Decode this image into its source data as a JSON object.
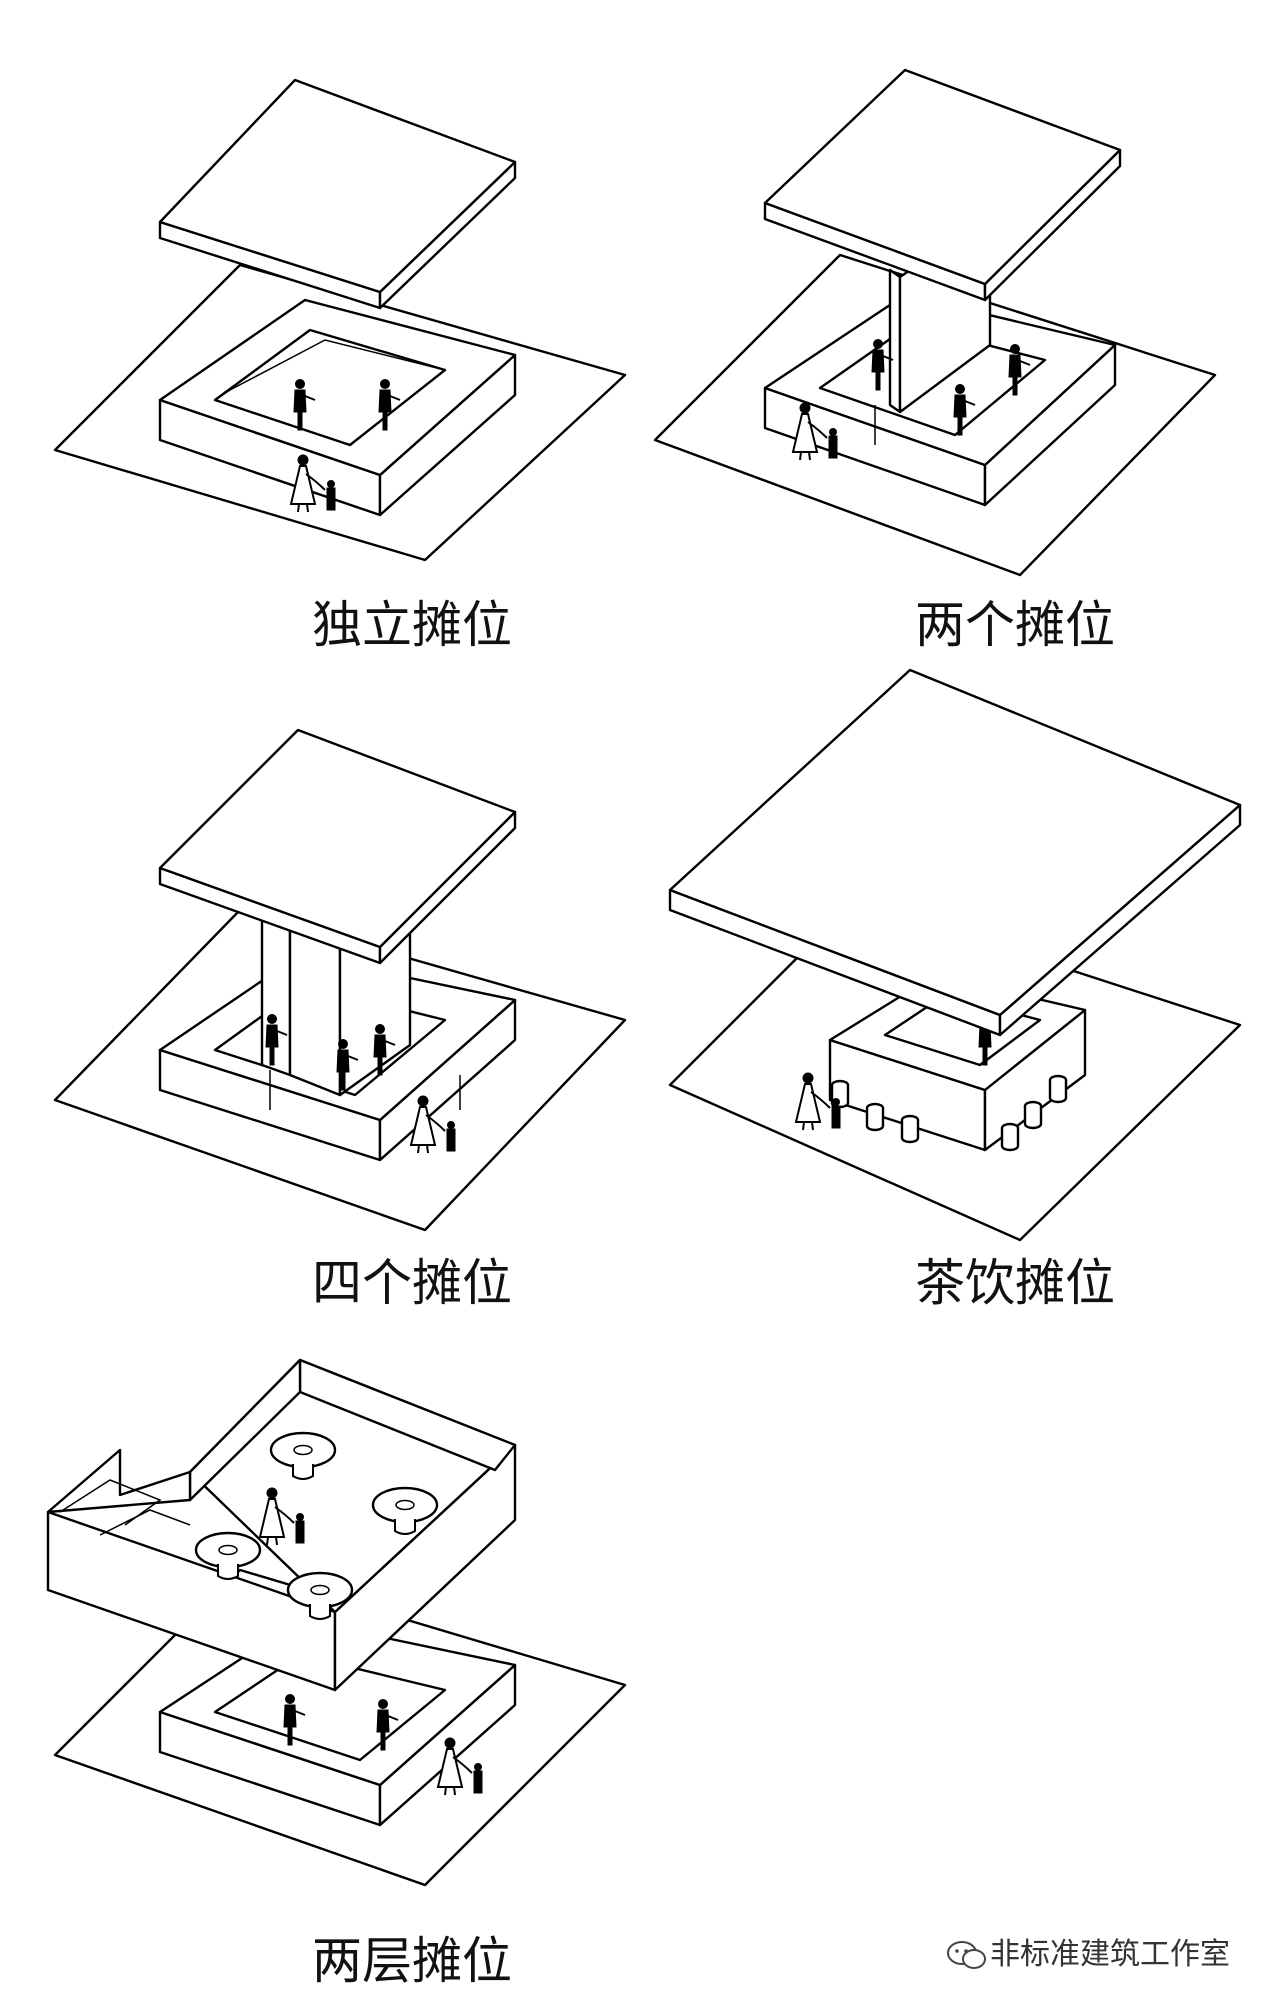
{
  "captions": {
    "standalone": "独立摊位",
    "two": "两个摊位",
    "four": "四个摊位",
    "tea": "茶饮摊位",
    "two_storey": "两层摊位"
  },
  "watermark": {
    "icon": "wechat-icon",
    "text": "非标准建筑工作室"
  },
  "colors": {
    "line": "#000000",
    "background": "#ffffff"
  }
}
